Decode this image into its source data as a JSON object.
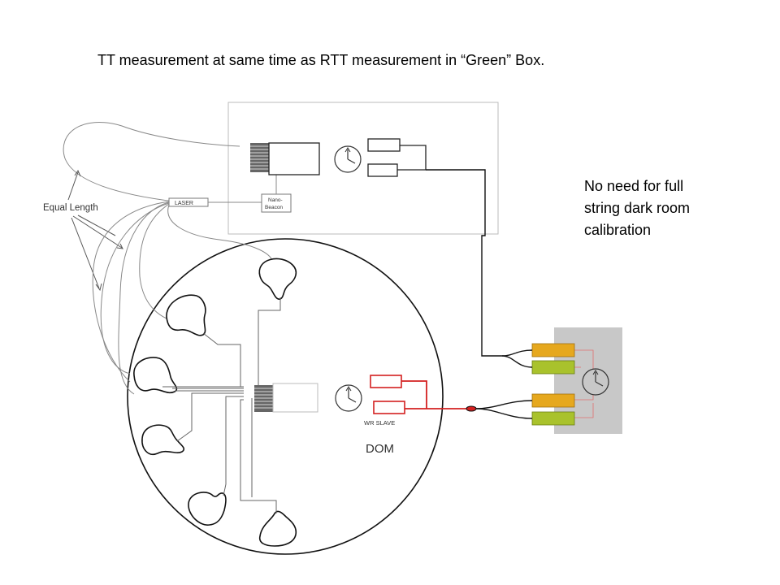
{
  "title": "TT measurement at same time as RTT measurement in “Green” Box.",
  "note_lines": [
    "No need for full",
    "string dark room",
    "calibration"
  ],
  "labels": {
    "equal_length": "Equal Length",
    "laser": "LASER",
    "nano_beacon_line1": "Nano-",
    "nano_beacon_line2": "Beacon",
    "wr_slave": "WR SLAVE",
    "dom": "DOM"
  },
  "colors": {
    "orange_port": "#e6a81e",
    "green_port": "#a9c22c",
    "red_path": "#d42020",
    "box_gray": "#c8c8c8"
  }
}
